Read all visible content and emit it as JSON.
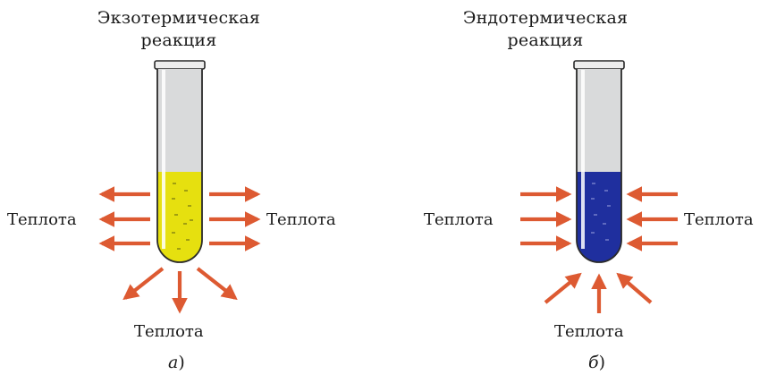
{
  "panel_a": {
    "title_line1": "Экзотермическая",
    "title_line2": "реакция",
    "heat_left": "Теплота",
    "heat_right": "Теплота",
    "heat_bottom": "Теплота",
    "letter": "а",
    "paren": ")",
    "liquid_color": "#e6e00f"
  },
  "panel_b": {
    "title_line1": "Эндотермическая",
    "title_line2": "реакция",
    "heat_left": "Теплота",
    "heat_right": "Теплота",
    "heat_bottom": "Теплота",
    "letter": "б",
    "paren": ")",
    "liquid_color": "#1f2f9e"
  },
  "colors": {
    "arrow": "#dd5a32",
    "glass": "#d9dadb",
    "glass_outline": "#2a2a2a"
  }
}
